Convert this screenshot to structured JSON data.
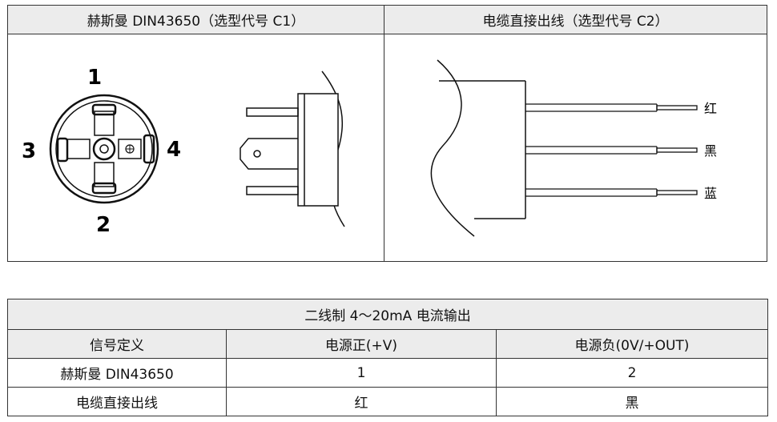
{
  "wiring": {
    "din_title": "赫斯曼  DIN43650（选型代号 C1）",
    "cable_title": "电缆直接出线（选型代号 C2）",
    "pins": {
      "p1": "1",
      "p2": "2",
      "p3": "3",
      "p4": "4"
    },
    "wires": {
      "red": "红",
      "black": "黑",
      "blue": "蓝"
    }
  },
  "table": {
    "title": "二线制 4～20mA 电流输出",
    "headers": [
      "信号定义",
      "电源正(+V)",
      "电源负(0V/+OUT)"
    ],
    "rows": [
      [
        "赫斯曼 DIN43650",
        "1",
        "2"
      ],
      [
        "电缆直接出线",
        "红",
        "黑"
      ]
    ]
  }
}
